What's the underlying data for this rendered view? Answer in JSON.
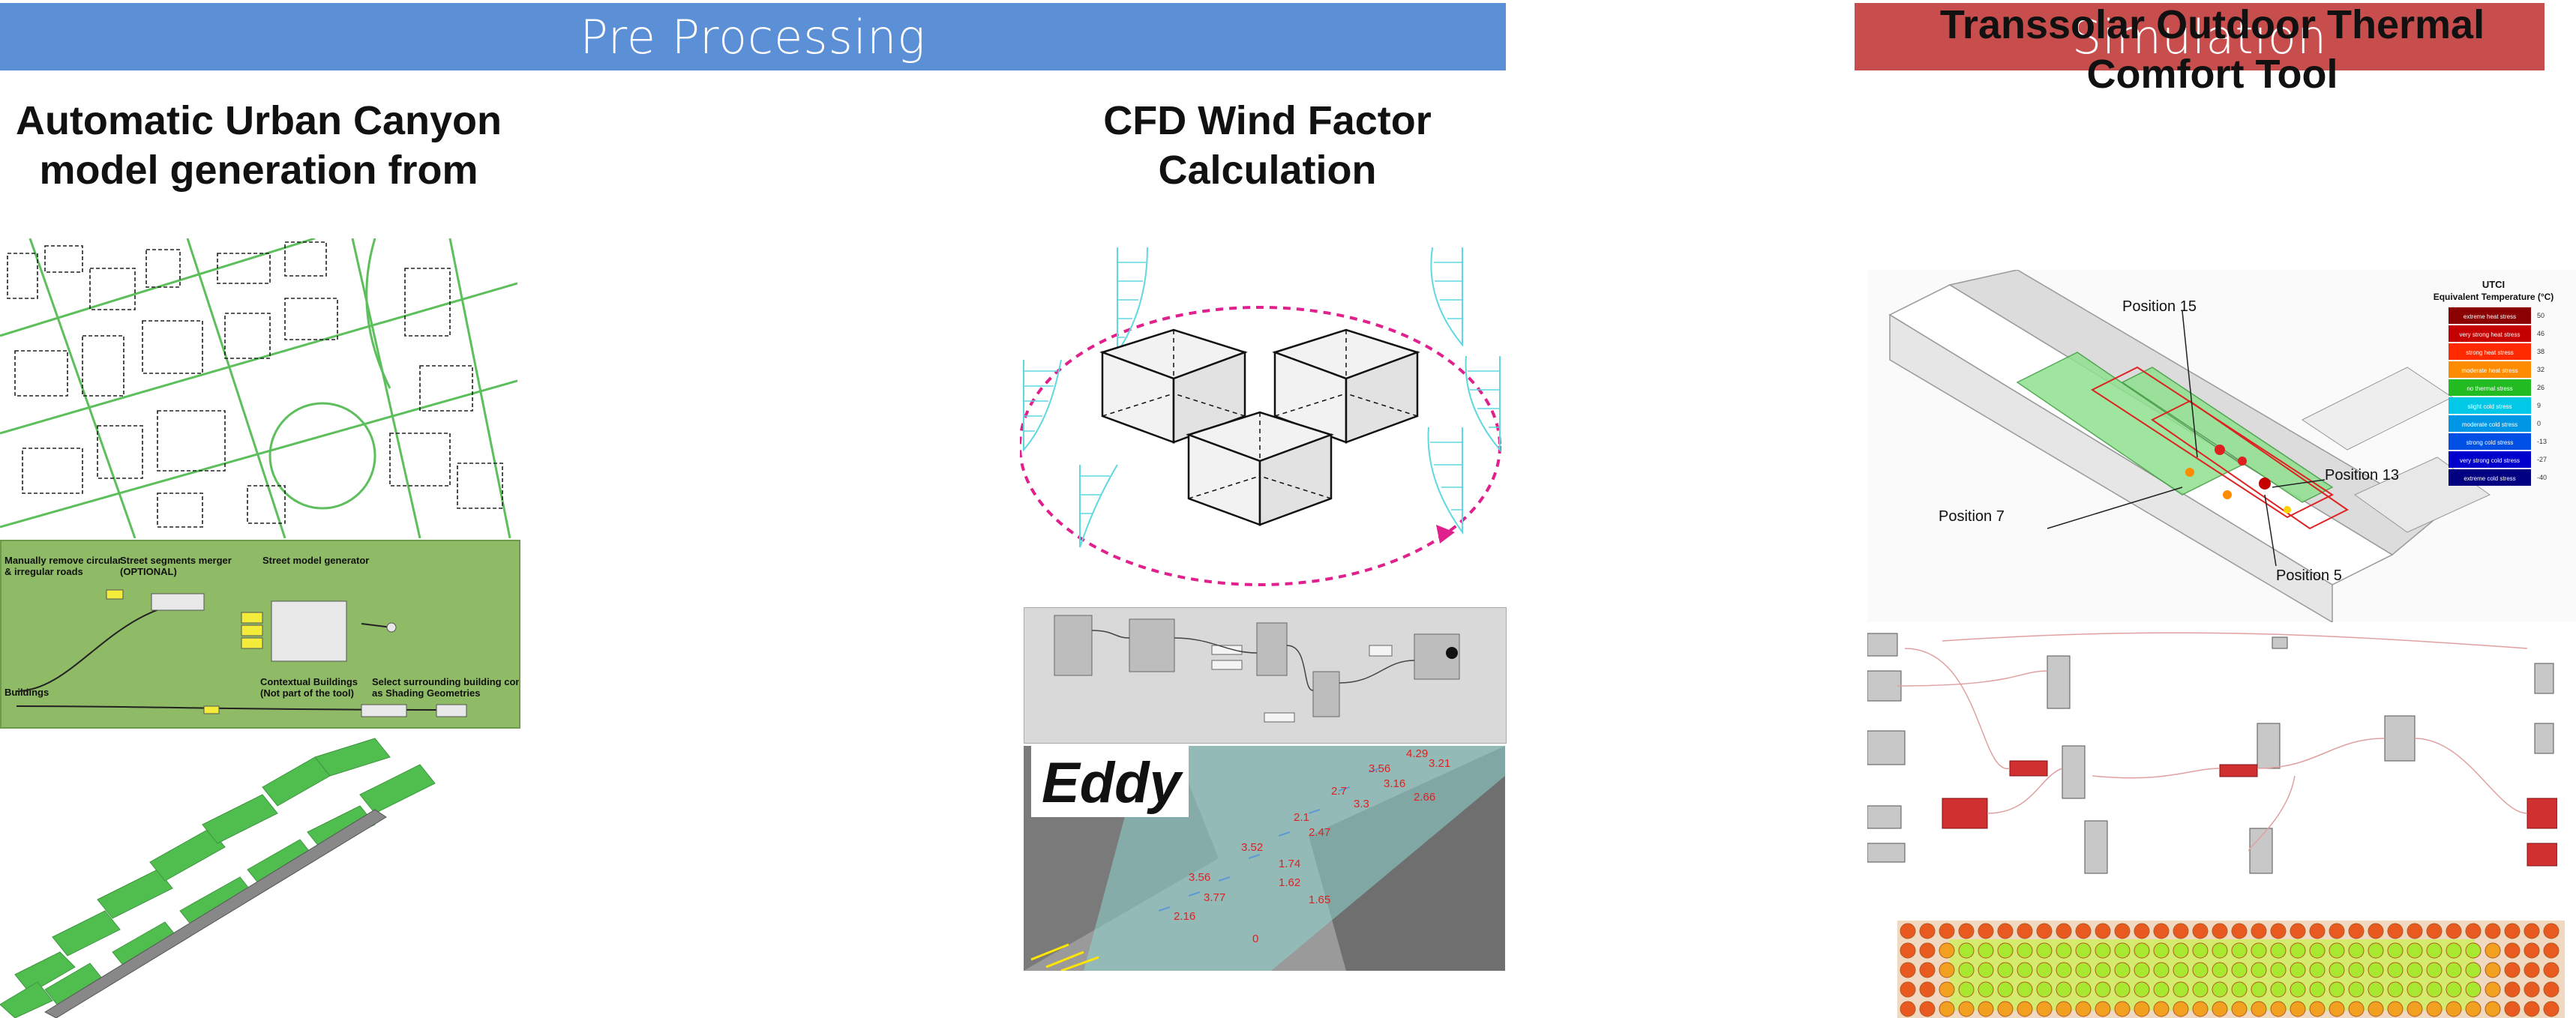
{
  "banners": {
    "pre_processing": "Pre Processing",
    "simulation": "Simulation"
  },
  "columns": {
    "urban": {
      "title_line1": "Automatic Urban Canyon",
      "title_line2": "model generation from"
    },
    "cfd": {
      "title_line1": "CFD Wind Factor",
      "title_line2": "Calculation"
    },
    "thermal": {
      "title_line1": "Transsolar Outdoor Thermal",
      "title_line2": "Comfort Tool"
    }
  },
  "grasshopper_urban": {
    "group1": "Manually remove circular",
    "group1b": "& irregular roads",
    "group2": "Street segments merger",
    "group2b": "(OPTIONAL)",
    "group3": "Street model generator",
    "group4": "Contextual Buildings",
    "group4b": "(Not part of the tool)",
    "group5": "Select surrounding building context",
    "group5b": "as Shading Geometries",
    "group6": "Buildings"
  },
  "eddy": {
    "logo": "Eddy",
    "values": [
      "4.29",
      "3.56",
      "3.21",
      "3.16",
      "2.7",
      "3.3",
      "2.66",
      "2.1",
      "2.47",
      "3.52",
      "1.74",
      "3.56",
      "1.62",
      "3.77",
      "1.65",
      "2.16",
      "0"
    ]
  },
  "utci": {
    "title_line1": "UTCI",
    "title_line2": "Equivalent Temperature (°C)",
    "categories": [
      {
        "label": "extreme heat stress",
        "color": "#8b0000"
      },
      {
        "label": "very strong heat stress",
        "color": "#c40000"
      },
      {
        "label": "strong heat stress",
        "color": "#ff2a00"
      },
      {
        "label": "moderate heat stress",
        "color": "#ff8c00"
      },
      {
        "label": "no thermal stress",
        "color": "#22bb22"
      },
      {
        "label": "slight cold stress",
        "color": "#00c8e6"
      },
      {
        "label": "moderate cold stress",
        "color": "#0096e6"
      },
      {
        "label": "strong cold stress",
        "color": "#0050e6"
      },
      {
        "label": "very strong cold stress",
        "color": "#0000cd"
      },
      {
        "label": "extreme cold stress",
        "color": "#000080"
      }
    ],
    "ticks": [
      "50",
      "46",
      "38",
      "32",
      "26",
      "9",
      "0",
      "-13",
      "-27",
      "-40"
    ]
  },
  "positions": {
    "p15": "Position 15",
    "p13": "Position 13",
    "p7": "Position 7",
    "p5": "Position 5"
  },
  "colors": {
    "pre_banner": "#5b8fd6",
    "sim_banner": "#c84e4e",
    "green": "#3cb83c",
    "cyan": "#5fd8e0",
    "magenta": "#e0208c"
  }
}
